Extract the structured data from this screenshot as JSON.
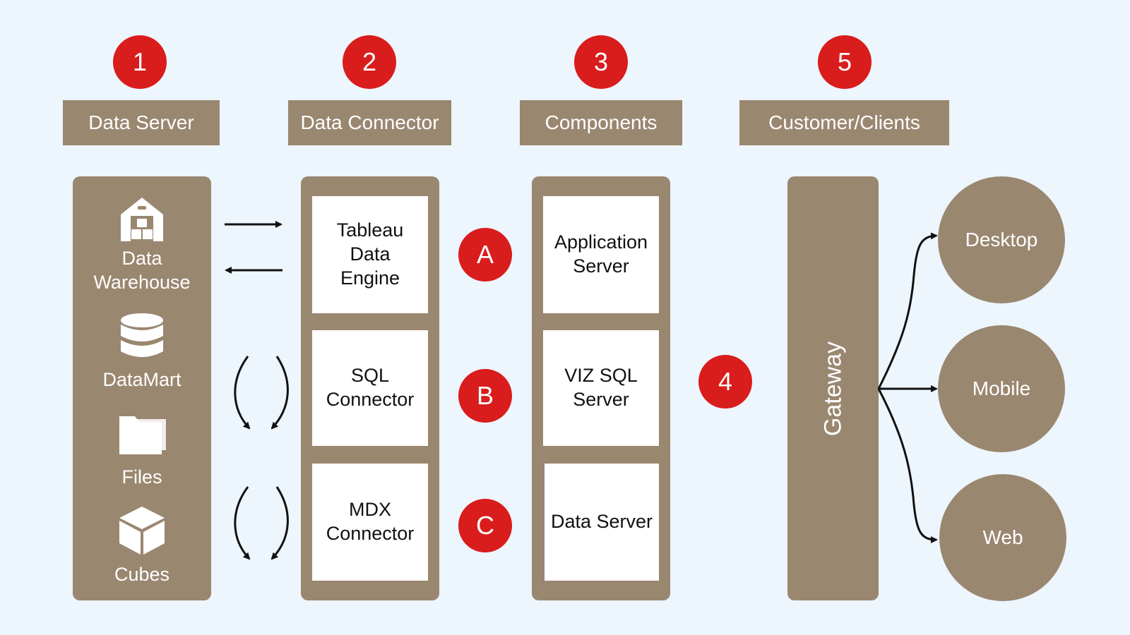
{
  "steps": {
    "one": "1",
    "two": "2",
    "three": "3",
    "four": "4",
    "five": "5"
  },
  "headers": {
    "data_server": "Data Server",
    "data_connector": "Data Connector",
    "components": "Components",
    "clients": "Customer/Clients"
  },
  "sources": {
    "warehouse": "Data\nWarehouse",
    "datamart": "DataMart",
    "files": "Files",
    "cubes": "Cubes"
  },
  "connectors": {
    "tde": "Tableau\nData\nEngine",
    "sql": "SQL\nConnector",
    "mdx": "MDX\nConnector"
  },
  "markers": {
    "a": "A",
    "b": "B",
    "c": "C"
  },
  "components": {
    "app_server": "Application\nServer",
    "viz_sql": "VIZ SQL\nServer",
    "data_server": "Data Server"
  },
  "gateway": "Gateway",
  "clients": {
    "desktop": "Desktop",
    "mobile": "Mobile",
    "web": "Web"
  },
  "colors": {
    "accent_red": "#d91c1c",
    "brown": "#9a8770",
    "background": "#edf5fd"
  },
  "icons": [
    "warehouse-icon",
    "database-icon",
    "folder-icon",
    "cube-icon"
  ]
}
